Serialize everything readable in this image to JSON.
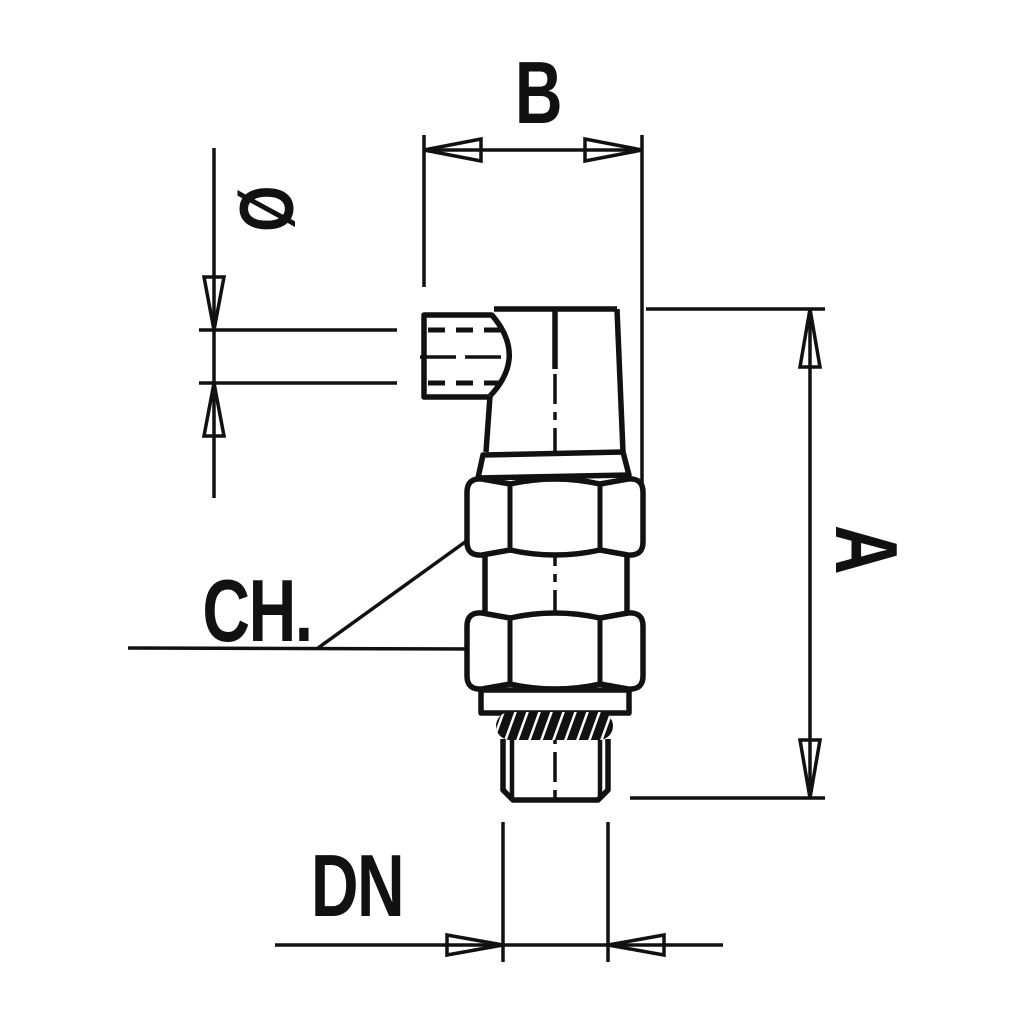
{
  "drawing": {
    "background": "#ffffff",
    "line_color": "#111111",
    "labels": {
      "b": "B",
      "diameter": "Ø",
      "a": "A",
      "ch": "CH.",
      "dn": "DN"
    }
  }
}
